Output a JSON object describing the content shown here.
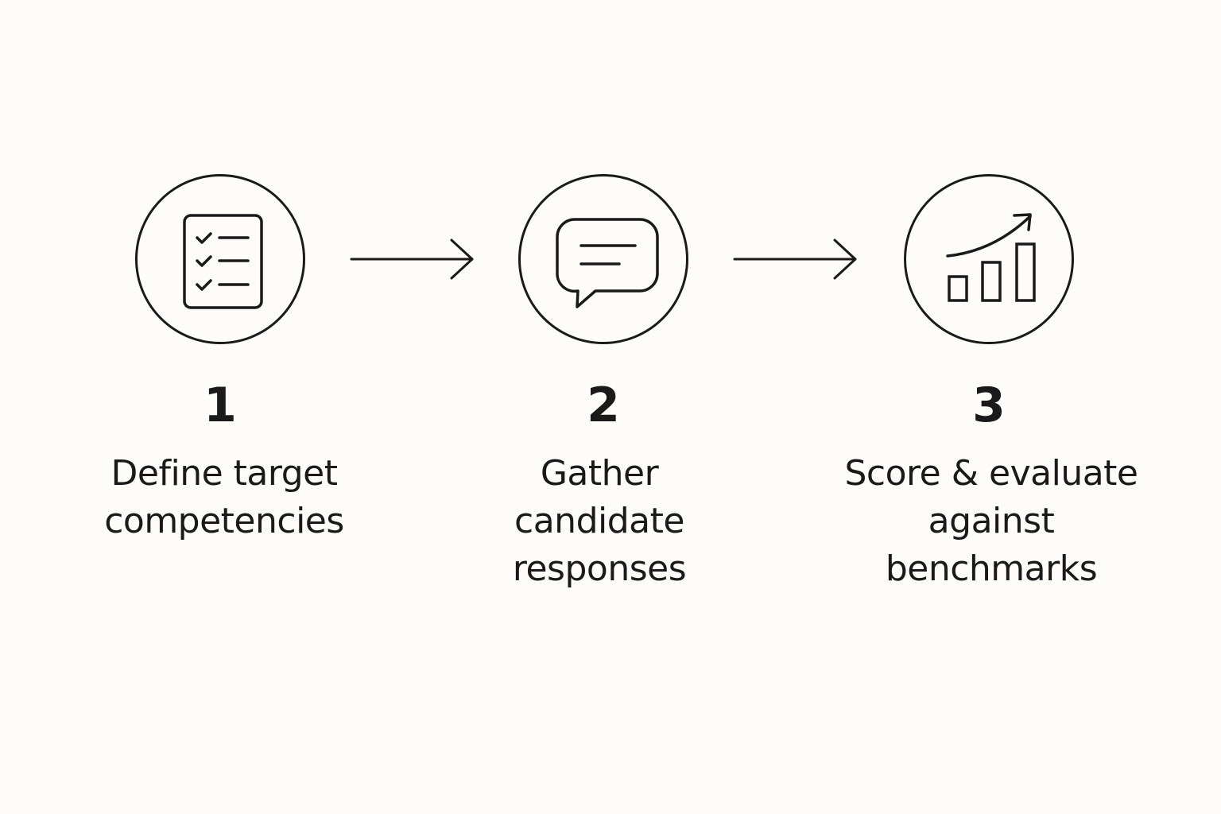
{
  "steps": [
    {
      "number": "1",
      "label_lines": [
        "Define target",
        "competencies"
      ],
      "icon": "checklist-icon"
    },
    {
      "number": "2",
      "label_lines": [
        "Gather",
        "candidate",
        "responses"
      ],
      "icon": "speech-bubble-icon"
    },
    {
      "number": "3",
      "label_lines": [
        "Score & evaluate",
        "against",
        "benchmarks"
      ],
      "icon": "growth-chart-icon"
    }
  ],
  "colors": {
    "background": "#fdfcf8",
    "stroke": "#1a1a1a"
  }
}
